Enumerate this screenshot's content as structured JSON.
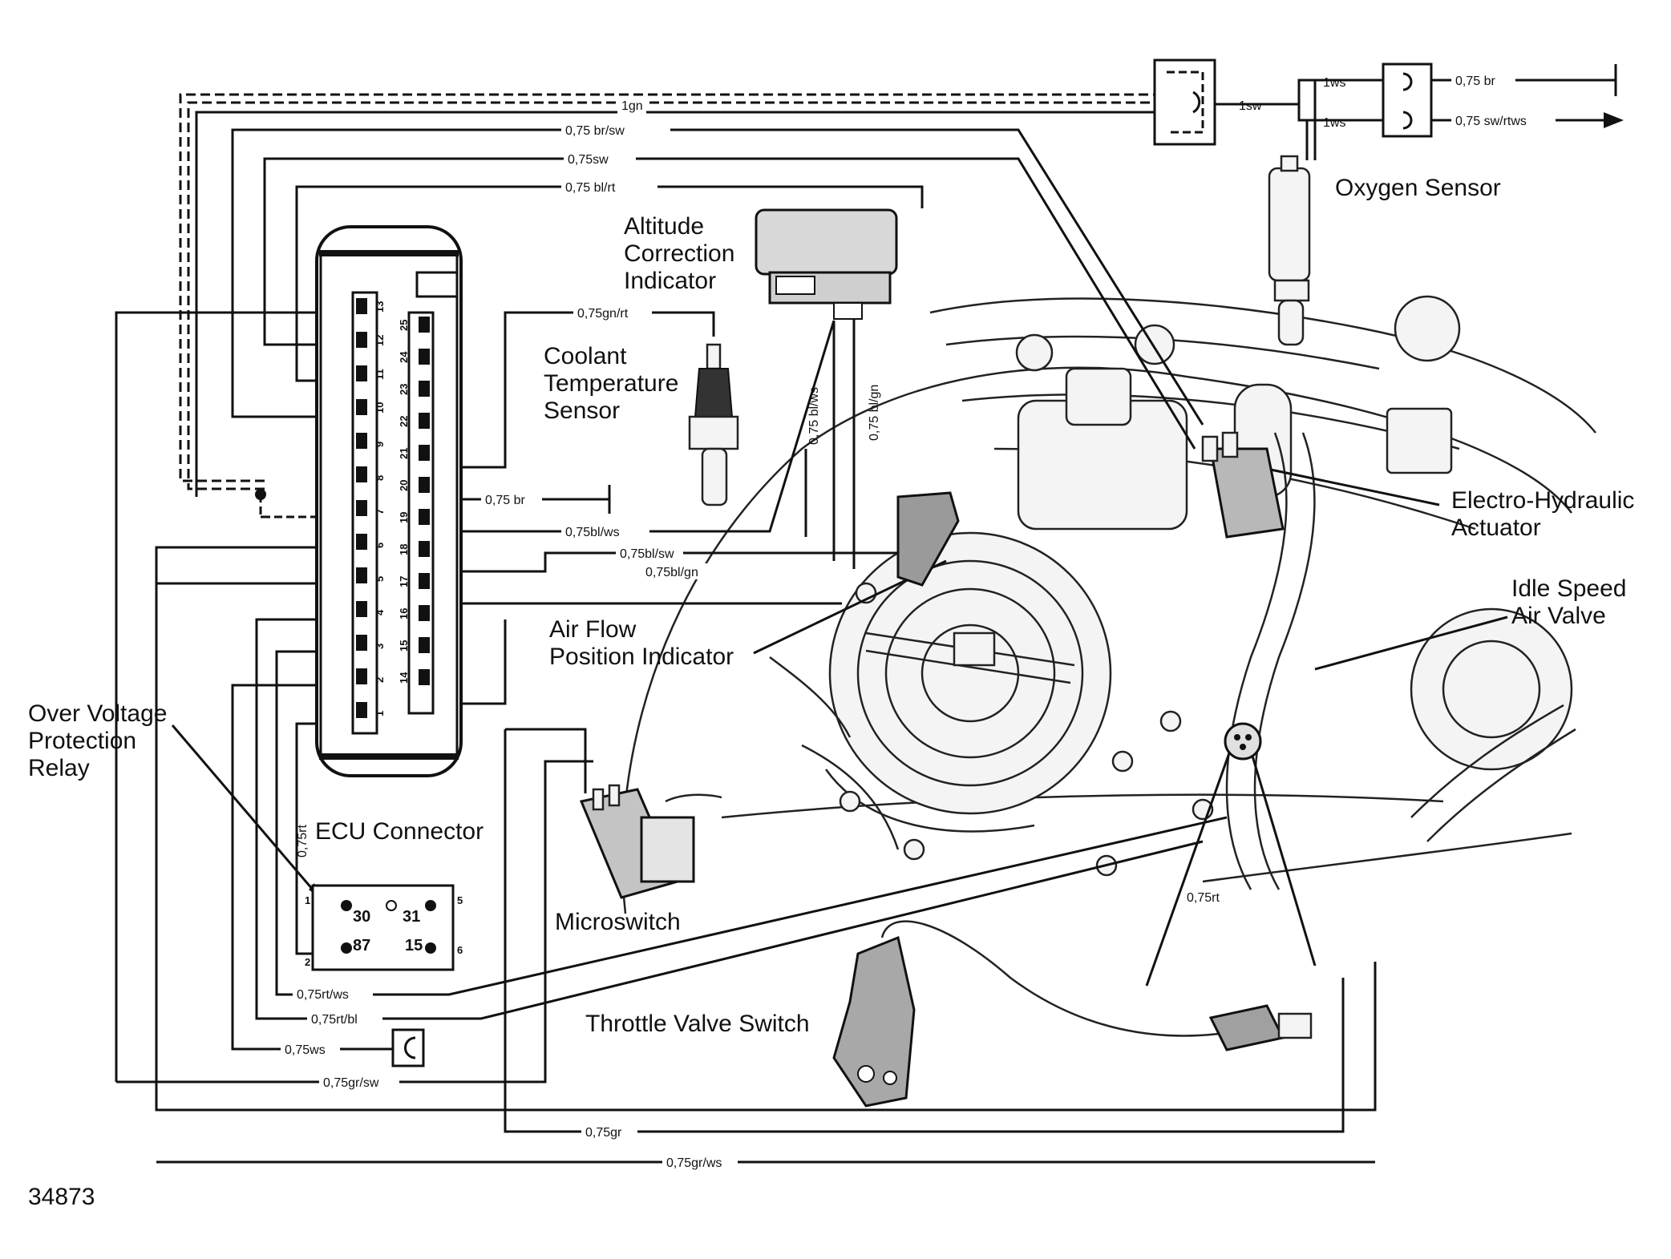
{
  "components": {
    "oxygen_sensor": "Oxygen Sensor",
    "altitude_correction": [
      "Altitude",
      "Correction",
      "Indicator"
    ],
    "coolant_sensor": [
      "Coolant",
      "Temperature",
      "Sensor"
    ],
    "electro_hydraulic": [
      "Electro-Hydraulic",
      "Actuator"
    ],
    "idle_speed": [
      "Idle Speed",
      "Air Valve"
    ],
    "air_flow": [
      "Air Flow",
      "Position Indicator"
    ],
    "over_voltage": [
      "Over Voltage",
      "Protection",
      "Relay"
    ],
    "ecu_connector": "ECU Connector",
    "microswitch": "Microswitch",
    "throttle_valve_switch": "Throttle Valve Switch"
  },
  "wire_labels": {
    "w_1gn": "1gn",
    "w_br_sw": "0,75 br/sw",
    "w_sw": "0,75sw",
    "w_bl_rt": "0,75 bl/rt",
    "w_gn_rt": "0,75gn/rt",
    "w_br": "0,75 br",
    "w_bl_ws_h": "0,75bl/ws",
    "w_bl_sw": "0,75bl/sw",
    "w_bl_gn_h": "0,75bl/gn",
    "w_bl_ws_v": "0,75 bl/ws",
    "w_bl_gn_v": "0,75 bl/gn",
    "w_1sw": "1sw",
    "w_1ws_a": "1ws",
    "w_1ws_b": "1ws",
    "w_o2_br": "0,75 br",
    "w_o2_swrtws": "0,75 sw/rtws",
    "w_rt_v": "0,75rt",
    "w_rt_eng": "0,75rt",
    "w_rt_ws": "0,75rt/ws",
    "w_rt_bl": "0,75rt/bl",
    "w_ws": "0,75ws",
    "w_gr_sw": "0,75gr/sw",
    "w_gr": "0,75gr",
    "w_gr_ws": "0,75gr/ws"
  },
  "ecu_pins": {
    "left": [
      "13",
      "12",
      "11",
      "10",
      "9",
      "8",
      "7",
      "6",
      "5",
      "4",
      "3",
      "2",
      "1"
    ],
    "right": [
      "25",
      "24",
      "23",
      "22",
      "21",
      "20",
      "19",
      "18",
      "17",
      "16",
      "15",
      "14"
    ]
  },
  "relay": {
    "t30": "30",
    "t31": "31",
    "t87": "87",
    "t15": "15",
    "s1": "1",
    "s2": "2",
    "s5": "5",
    "s6": "6"
  },
  "figure_number": "34873"
}
